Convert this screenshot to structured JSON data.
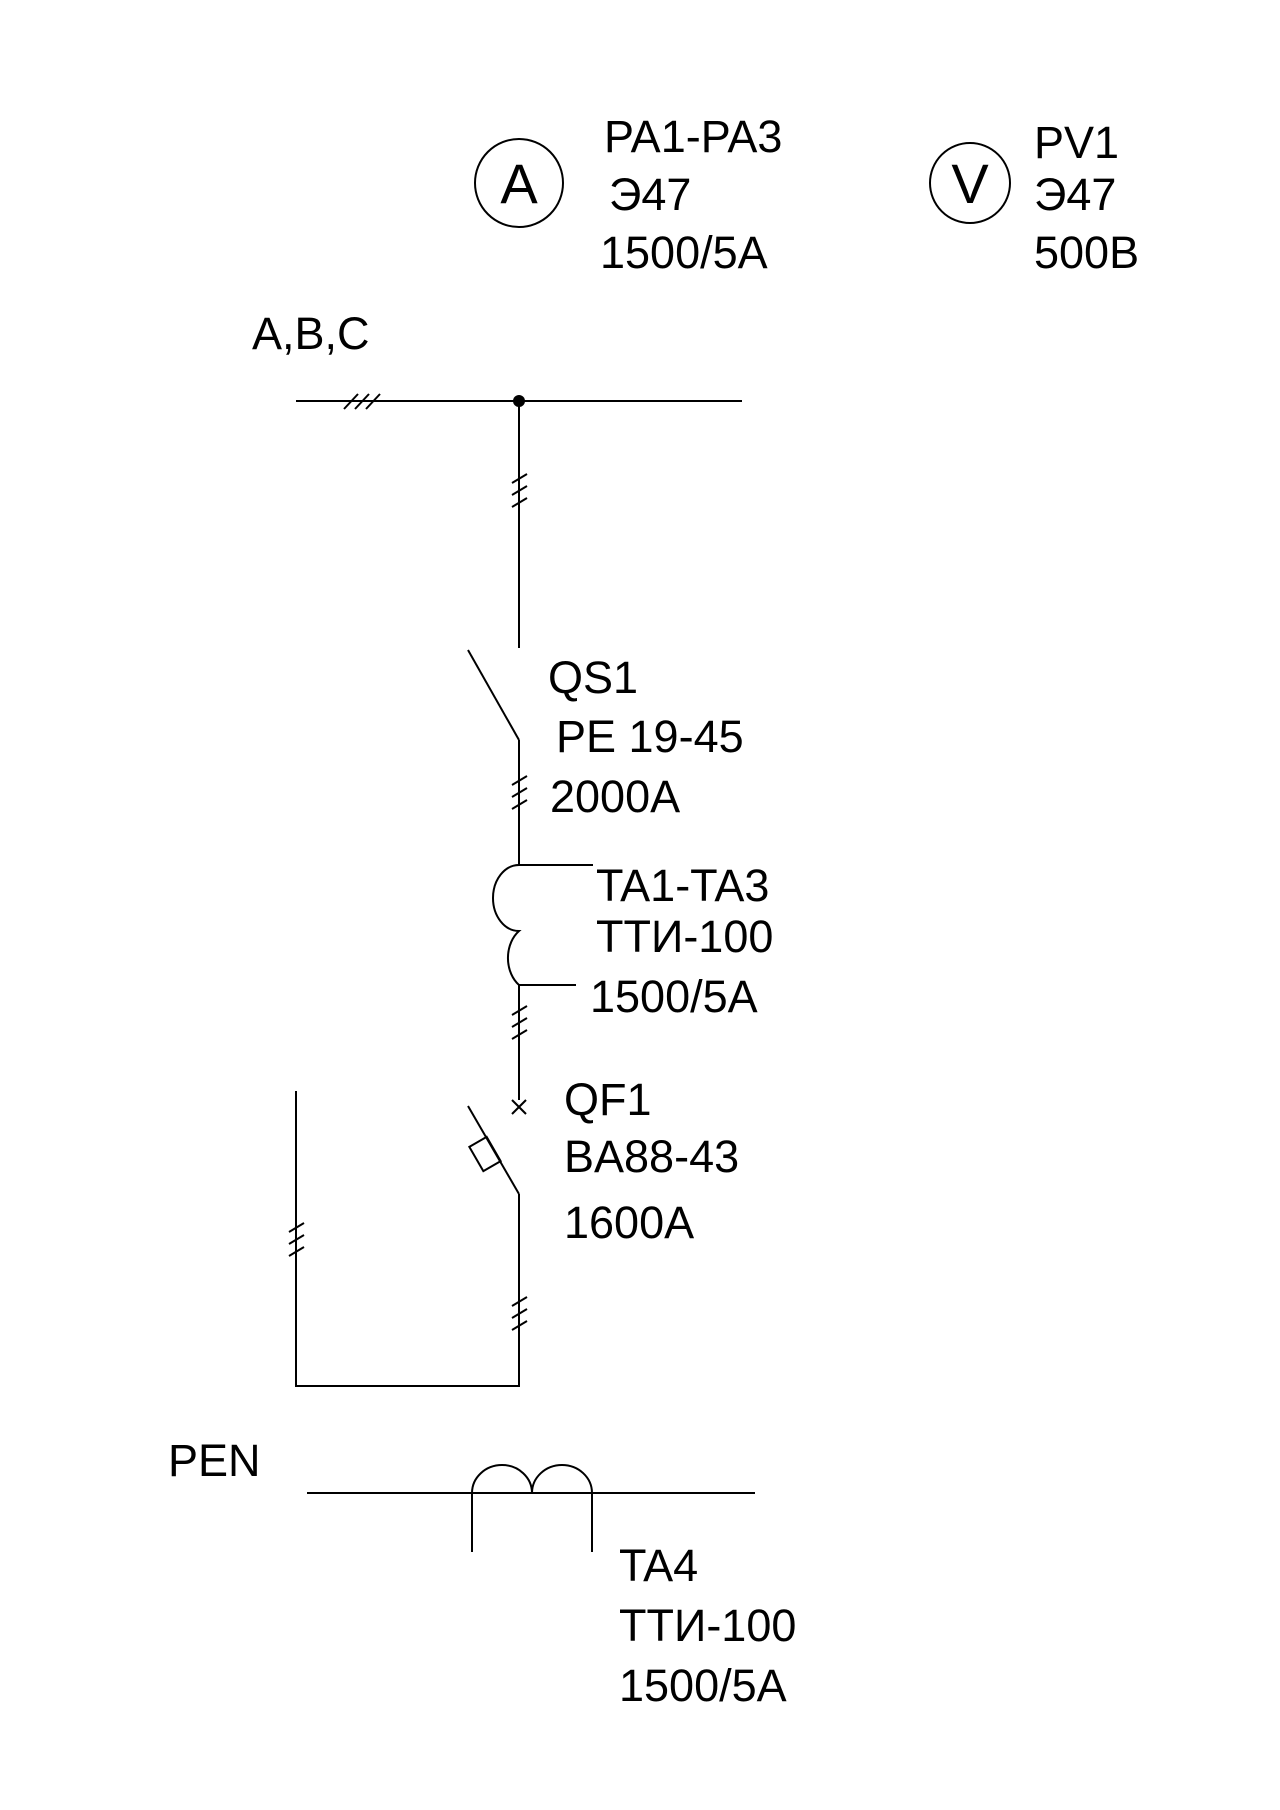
{
  "meters": {
    "ammeter": {
      "symbol": "A",
      "designation": "PA1-PA3",
      "type": "Э47",
      "rating": "1500/5A"
    },
    "voltmeter": {
      "symbol": "V",
      "designation": "PV1",
      "type": "Э47",
      "rating": "500B"
    }
  },
  "bus": {
    "label": "A,B,C"
  },
  "disconnector": {
    "designation": "QS1",
    "type": "PE 19-45",
    "rating": "2000A"
  },
  "current_transformer": {
    "designation": "TA1-TA3",
    "type": "ТТИ-100",
    "ratio": "1500/5A"
  },
  "breaker": {
    "designation": "QF1",
    "type": "BA88-43",
    "rating": "1600A"
  },
  "pen": {
    "label": "PEN",
    "transformer": {
      "designation": "TA4",
      "type": "ТТИ-100",
      "ratio": "1500/5A"
    }
  }
}
